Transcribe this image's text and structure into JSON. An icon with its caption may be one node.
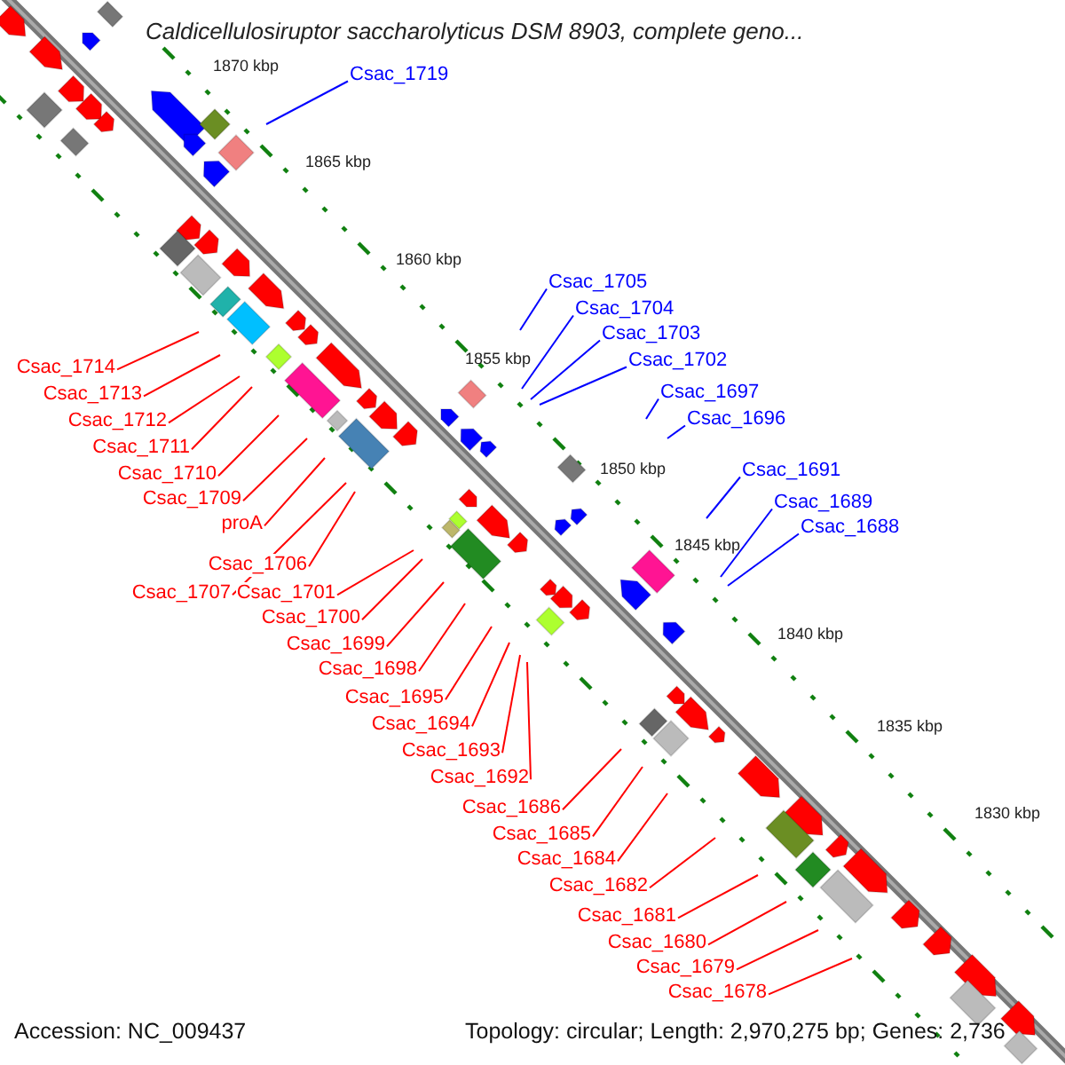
{
  "diagram": {
    "title": "Caldicellulosiruptor saccharolyticus DSM 8903, complete geno...",
    "nodes": [
      {
        "text": [
          "Csac_1719"
        ]
      },
      {
        "text": [
          "Csac_1705"
        ]
      },
      {
        "text": [
          "Csac_1704"
        ]
      },
      {
        "text": [
          "Csac_1703"
        ]
      },
      {
        "text": [
          "Csac_1702"
        ]
      },
      {
        "text": [
          "Csac_1714"
        ]
      },
      {
        "text": [
          "Csac_1697"
        ]
      },
      {
        "text": [
          "Csac_1713"
        ]
      },
      {
        "text": [
          "Csac_1696"
        ]
      },
      {
        "text": [
          "Csac_1712"
        ]
      },
      {
        "text": [
          "Csac_1711"
        ]
      },
      {
        "text": [
          "Csac_1691"
        ]
      },
      {
        "text": [
          "Csac_1710"
        ]
      },
      {
        "text": [
          "Csac_1709"
        ]
      },
      {
        "text": [
          "Csac_1689"
        ]
      },
      {
        "text": [
          "proA"
        ]
      },
      {
        "text": [
          "Csac_1688"
        ]
      },
      {
        "text": [
          "Csac_1706"
        ]
      },
      {
        "text": [
          "Csac_1707"
        ]
      },
      {
        "text": [
          "Csac_1701"
        ]
      },
      {
        "text": [
          "Csac_1700"
        ]
      },
      {
        "text": [
          "Csac_1699"
        ]
      },
      {
        "text": [
          "Csac_1698"
        ]
      },
      {
        "text": [
          "Csac_1695"
        ]
      },
      {
        "text": [
          "Csac_1694"
        ]
      },
      {
        "text": [
          "Csac_1693"
        ]
      },
      {
        "text": [
          "Csac_1692"
        ]
      },
      {
        "text": [
          "Csac_1686"
        ]
      },
      {
        "text": [
          "Csac_1685"
        ]
      },
      {
        "text": [
          "Csac_1684"
        ]
      },
      {
        "text": [
          "Csac_1682"
        ]
      },
      {
        "text": [
          "Csac_1681"
        ]
      },
      {
        "text": [
          "Csac_1680"
        ]
      },
      {
        "text": [
          "Csac_1679"
        ]
      },
      {
        "text": [
          "Csac_1678"
        ]
      }
    ],
    "edges": [
      {
        "from": 0,
        "to": null,
        "arrow": "none",
        "color": "#0000ff"
      },
      {
        "from": 1,
        "to": null,
        "arrow": "none",
        "color": "#0000ff"
      },
      {
        "from": 2,
        "to": null,
        "arrow": "none",
        "color": "#0000ff"
      },
      {
        "from": 3,
        "to": null,
        "arrow": "none",
        "color": "#0000ff"
      },
      {
        "from": 4,
        "to": null,
        "arrow": "none",
        "color": "#0000ff"
      },
      {
        "from": 5,
        "to": null,
        "arrow": "none"
      },
      {
        "from": 6,
        "to": null,
        "arrow": "none",
        "color": "#0000ff"
      },
      {
        "from": 7,
        "to": null,
        "arrow": "none"
      },
      {
        "from": 8,
        "to": null,
        "arrow": "none",
        "color": "#0000ff"
      },
      {
        "from": 9,
        "to": null,
        "arrow": "none"
      },
      {
        "from": 10,
        "to": null,
        "arrow": "none"
      },
      {
        "from": 11,
        "to": null,
        "arrow": "none",
        "color": "#0000ff"
      },
      {
        "from": 12,
        "to": null,
        "arrow": "none"
      },
      {
        "from": 13,
        "to": null,
        "arrow": "none"
      },
      {
        "from": 14,
        "to": null,
        "arrow": "none",
        "color": "#0000ff"
      },
      {
        "from": 15,
        "to": null,
        "arrow": "none"
      },
      {
        "from": 16,
        "to": null,
        "arrow": "none",
        "color": "#0000ff"
      },
      {
        "from": 17,
        "to": null,
        "arrow": "none"
      },
      {
        "from": 18,
        "to": null,
        "arrow": "none"
      },
      {
        "from": 19,
        "to": null,
        "arrow": "none"
      },
      {
        "from": 20,
        "to": null,
        "arrow": "none"
      },
      {
        "from": 21,
        "to": null,
        "arrow": "none"
      },
      {
        "from": 22,
        "to": null,
        "arrow": "none"
      },
      {
        "from": 23,
        "to": null,
        "arrow": "none"
      },
      {
        "from": 24,
        "to": null,
        "arrow": "none"
      },
      {
        "from": 25,
        "to": null,
        "arrow": "none"
      },
      {
        "from": 26,
        "to": null,
        "arrow": "none"
      },
      {
        "from": 27,
        "to": null,
        "arrow": "none"
      },
      {
        "from": 28,
        "to": null,
        "arrow": "none"
      },
      {
        "from": 29,
        "to": null,
        "arrow": "none"
      },
      {
        "from": 30,
        "to": null,
        "arrow": "none"
      },
      {
        "from": 31,
        "to": null,
        "arrow": "none"
      },
      {
        "from": 32,
        "to": null,
        "arrow": "none"
      },
      {
        "from": 33,
        "to": null,
        "arrow": "none"
      },
      {
        "from": 34,
        "to": null,
        "arrow": "none"
      }
    ],
    "labels": [
      "1870 kbp",
      "1865 kbp",
      "1860 kbp",
      "1855 kbp",
      "1850 kbp",
      "1845 kbp",
      "1840 kbp",
      "1835 kbp",
      "1830 kbp",
      "Accession: NC_009437",
      "Topology: circular; Length: 2,970,275 bp; Genes: 2,736"
    ]
  }
}
